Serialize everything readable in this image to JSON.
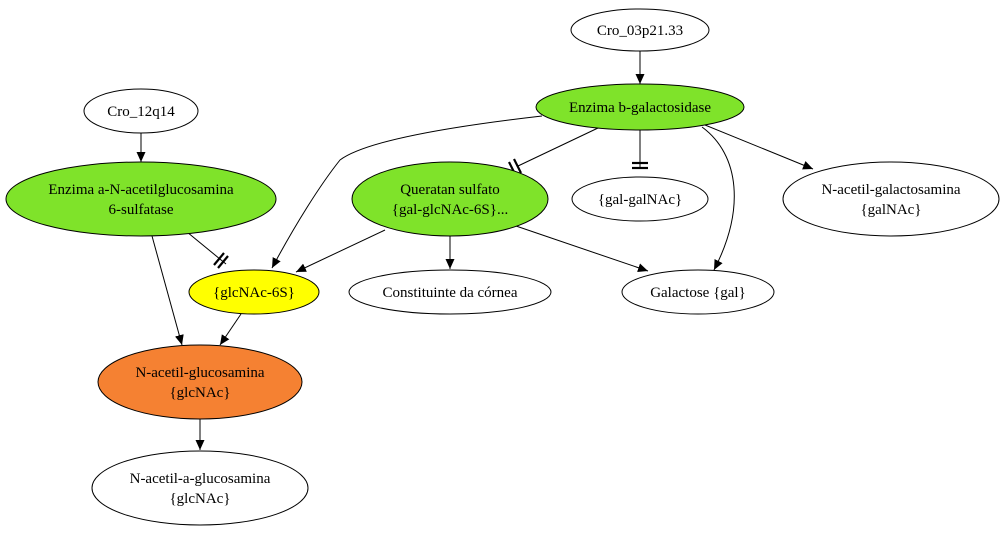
{
  "colors": {
    "gene": "#ffffff",
    "enzyme": "#7fe32a",
    "highlight": "#ffff00",
    "focus": "#f58132",
    "plain": "#ffffff"
  },
  "nodes": {
    "cro_03p21": {
      "lines": [
        "Cro_03p21.33"
      ],
      "kind": "gene"
    },
    "cro_12q14": {
      "lines": [
        "Cro_12q14"
      ],
      "kind": "gene"
    },
    "enzima_bgal": {
      "lines": [
        "Enzima b-galactosidase"
      ],
      "kind": "enzyme"
    },
    "enzima_glcnac": {
      "lines": [
        "Enzima a-N-acetilglucosamina",
        "6-sulfatase"
      ],
      "kind": "enzyme"
    },
    "queratan": {
      "lines": [
        "Queratan sulfato",
        "{gal-glcNAc-6S}..."
      ],
      "kind": "enzyme"
    },
    "gal_galnac": {
      "lines": [
        "{gal-galNAc}"
      ],
      "kind": "plain"
    },
    "n_acetil_galactosamina": {
      "lines": [
        "N-acetil-galactosamina",
        "{galNAc}"
      ],
      "kind": "plain"
    },
    "glcnac6s": {
      "lines": [
        "{glcNAc-6S}"
      ],
      "kind": "highlight"
    },
    "constituinte": {
      "lines": [
        "Constituinte da córnea"
      ],
      "kind": "plain"
    },
    "galactose": {
      "lines": [
        "Galactose {gal}"
      ],
      "kind": "plain"
    },
    "n_acetil_glucosamina": {
      "lines": [
        "N-acetil-glucosamina",
        "{glcNAc}"
      ],
      "kind": "focus"
    },
    "n_acetil_a_glucosamina": {
      "lines": [
        "N-acetil-a-glucosamina",
        "{glcNAc}"
      ],
      "kind": "plain"
    }
  }
}
